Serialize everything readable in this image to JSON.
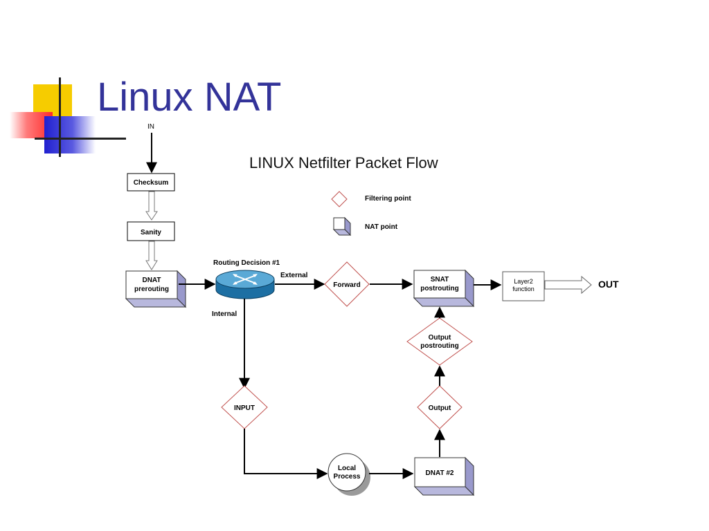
{
  "slide": {
    "title": "Linux NAT",
    "accent_yellow": "#f6cc00",
    "accent_red": "#ff3333",
    "accent_blue": "#2f2fd8",
    "title_color": "#333399"
  },
  "diagram": {
    "heading": "LINUX Netfilter Packet Flow",
    "in_label": "IN",
    "out_label": "OUT",
    "legend": {
      "filtering_point": "Filtering point",
      "nat_point": "NAT point"
    },
    "nodes": {
      "checksum": "Checksum",
      "sanity": "Sanity",
      "dnat_prerouting_line1": "DNAT",
      "dnat_prerouting_line2": "prerouting",
      "routing_decision": "Routing Decision #1",
      "external": "External",
      "internal": "Internal",
      "forward": "Forward",
      "snat_line1": "SNAT",
      "snat_line2": "postrouting",
      "layer2_line1": "Layer2",
      "layer2_line2": "function",
      "output_postrouting_line1": "Output",
      "output_postrouting_line2": "postrouting",
      "output": "Output",
      "input": "INPUT",
      "local_process_line1": "Local",
      "local_process_line2": "Process",
      "dnat2": "DNAT #2"
    }
  }
}
